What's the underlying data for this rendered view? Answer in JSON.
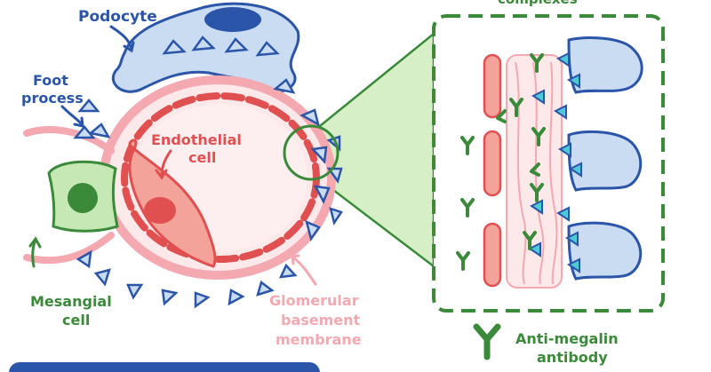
{
  "labels": {
    "podocyte": "Podocyte",
    "foot_process_1": "Foot",
    "foot_process_2": "process",
    "endothelial_1": "Endothelial",
    "endothelial_2": "cell",
    "mesangial_1": "Mesangial",
    "mesangial_2": "cell",
    "gbm_1": "Glomerular",
    "gbm_2": "basement",
    "gbm_3": "membrane",
    "complexes": "complexes",
    "antibody_1": "Anti-megalin",
    "antibody_2": "antibody"
  },
  "colors": {
    "blue_dark": "#2a55a8",
    "blue_fill": "#c9dcf2",
    "red": "#e05050",
    "red_fill": "#f4a39a",
    "pink": "#f4a9b1",
    "pink_light": "#fde8ea",
    "green": "#3a8a3a",
    "green_light": "#8fd26a",
    "teal": "#4ec9d6",
    "zoom_fill": "#d7efc7"
  }
}
